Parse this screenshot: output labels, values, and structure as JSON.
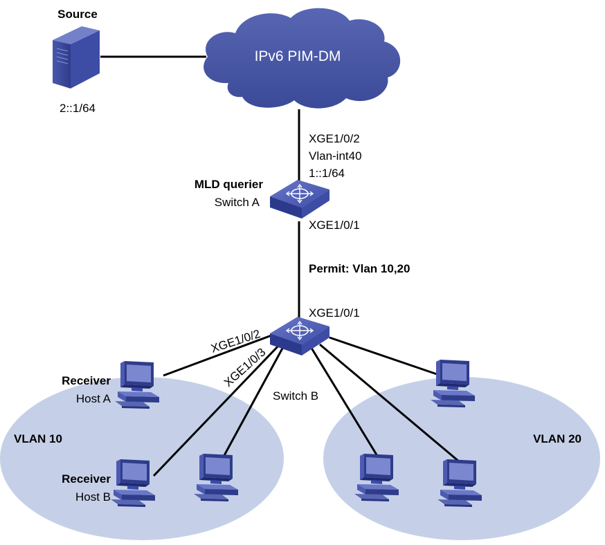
{
  "cloud": {
    "label": "IPv6 PIM-DM"
  },
  "source": {
    "title": "Source",
    "address": "2::1/64"
  },
  "switch_a": {
    "role": "MLD querier",
    "name": "Switch A",
    "uplink_port": "XGE1/0/2",
    "uplink_vlan_interface": "Vlan-int40",
    "uplink_address": "1::1/64",
    "downlink_port": "XGE1/0/1"
  },
  "trunk": {
    "label": "Permit: Vlan 10,20"
  },
  "switch_b": {
    "name": "Switch B",
    "uplink_port": "XGE1/0/1",
    "port_host_a": "XGE1/0/2",
    "port_host_b": "XGE1/0/3"
  },
  "vlan10": {
    "label": "VLAN 10"
  },
  "vlan20": {
    "label": "VLAN 20"
  },
  "host_a": {
    "role": "Receiver",
    "name": "Host A"
  },
  "host_b": {
    "role": "Receiver",
    "name": "Host B"
  },
  "colors": {
    "cloud": "#3f4f9e",
    "vlan_area": "#c5d0e8",
    "device": "#3b4aa6",
    "link": "#000000"
  },
  "icons": [
    "cloud-icon",
    "server-icon",
    "switch-icon",
    "host-icon"
  ]
}
